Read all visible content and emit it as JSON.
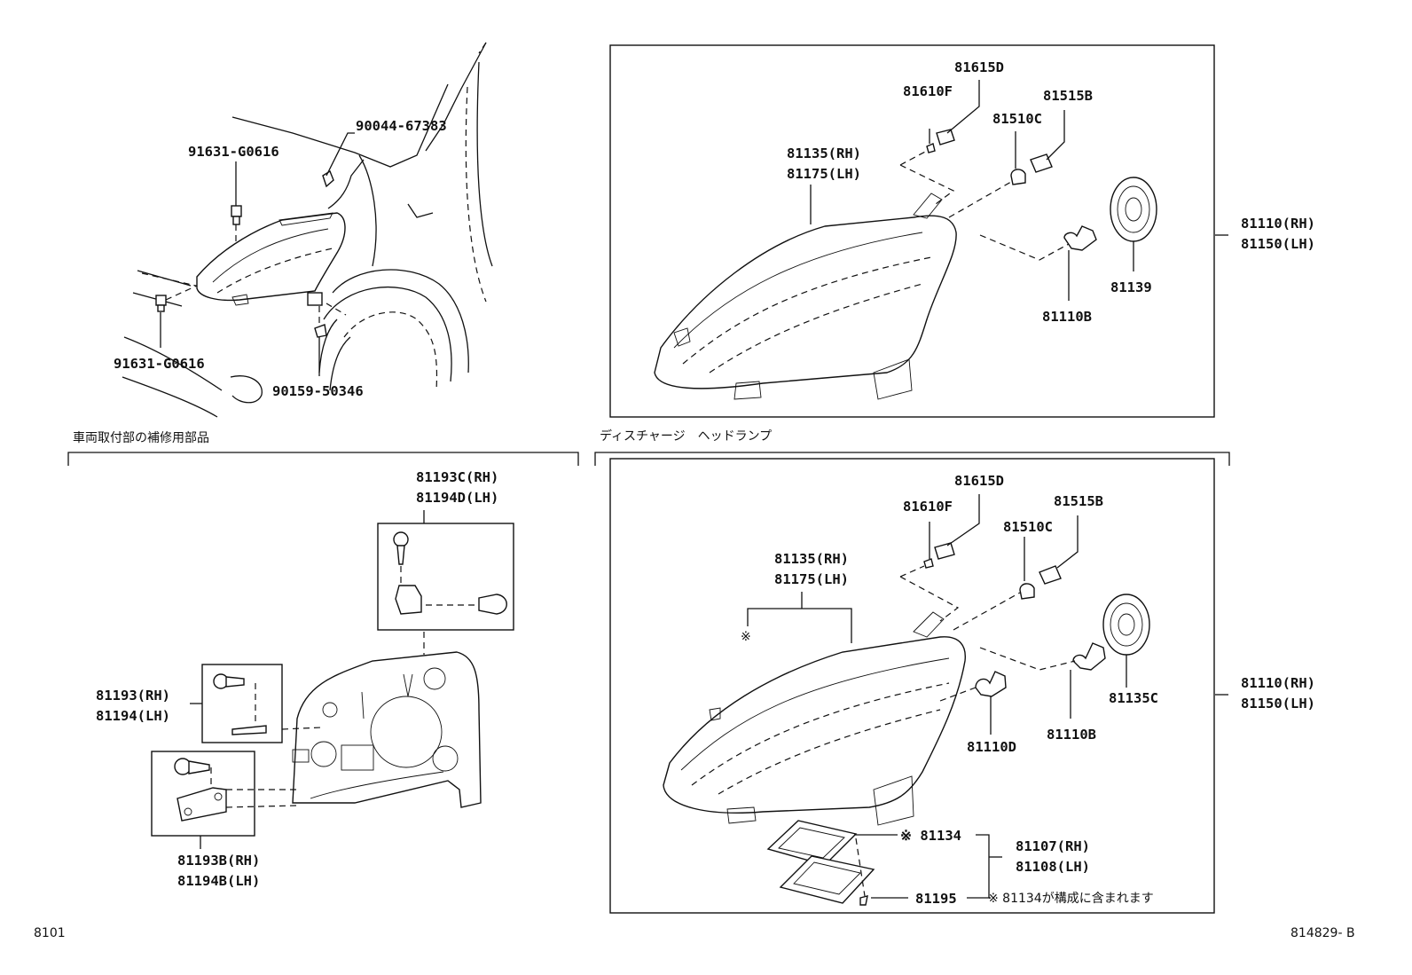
{
  "figure_code": "8101",
  "drawing_number": "814829- B",
  "top_left": {
    "labels": {
      "clip": "90044-67383",
      "bolt_upper": "91631-G0616",
      "bolt_lower": "91631-G0616",
      "screw": "90159-50346"
    }
  },
  "bottom_left": {
    "section_title": "車両取付部の補修用部品",
    "labels": {
      "bracket_kit_upper_rh": "81193C(RH)",
      "bracket_kit_upper_lh": "81194D(LH)",
      "bracket_kit_mid_rh": "81193(RH)",
      "bracket_kit_mid_lh": "81194(LH)",
      "bracket_kit_low_rh": "81193B(RH)",
      "bracket_kit_low_lh": "81194B(LH)"
    }
  },
  "top_right": {
    "labels": {
      "cap": "81615D",
      "bulb_small": "81610F",
      "socket": "81515B",
      "bulb_signal": "81510C",
      "housing_rh": "81135(RH)",
      "housing_lh": "81175(LH)",
      "assy_rh": "81110(RH)",
      "assy_lh": "81150(LH)",
      "cover": "81139",
      "bulb_main": "81110B"
    }
  },
  "bottom_right": {
    "section_title": "ディスチャージ　ヘッドランプ",
    "labels": {
      "cap": "81615D",
      "bulb_small": "81610F",
      "socket": "81515B",
      "bulb_signal": "81510C",
      "housing_rh": "81135(RH)",
      "housing_lh": "81175(LH)",
      "mark": "※",
      "assy_rh": "81110(RH)",
      "assy_lh": "81150(LH)",
      "cover": "81135C",
      "bulb_main": "81110B",
      "bulb_hid": "81110D",
      "gasket": "※ 81134",
      "ballast_rh": "81107(RH)",
      "ballast_lh": "81108(LH)",
      "ballast_screw": "81195",
      "note": "※ 81134が構成に含まれます"
    }
  }
}
